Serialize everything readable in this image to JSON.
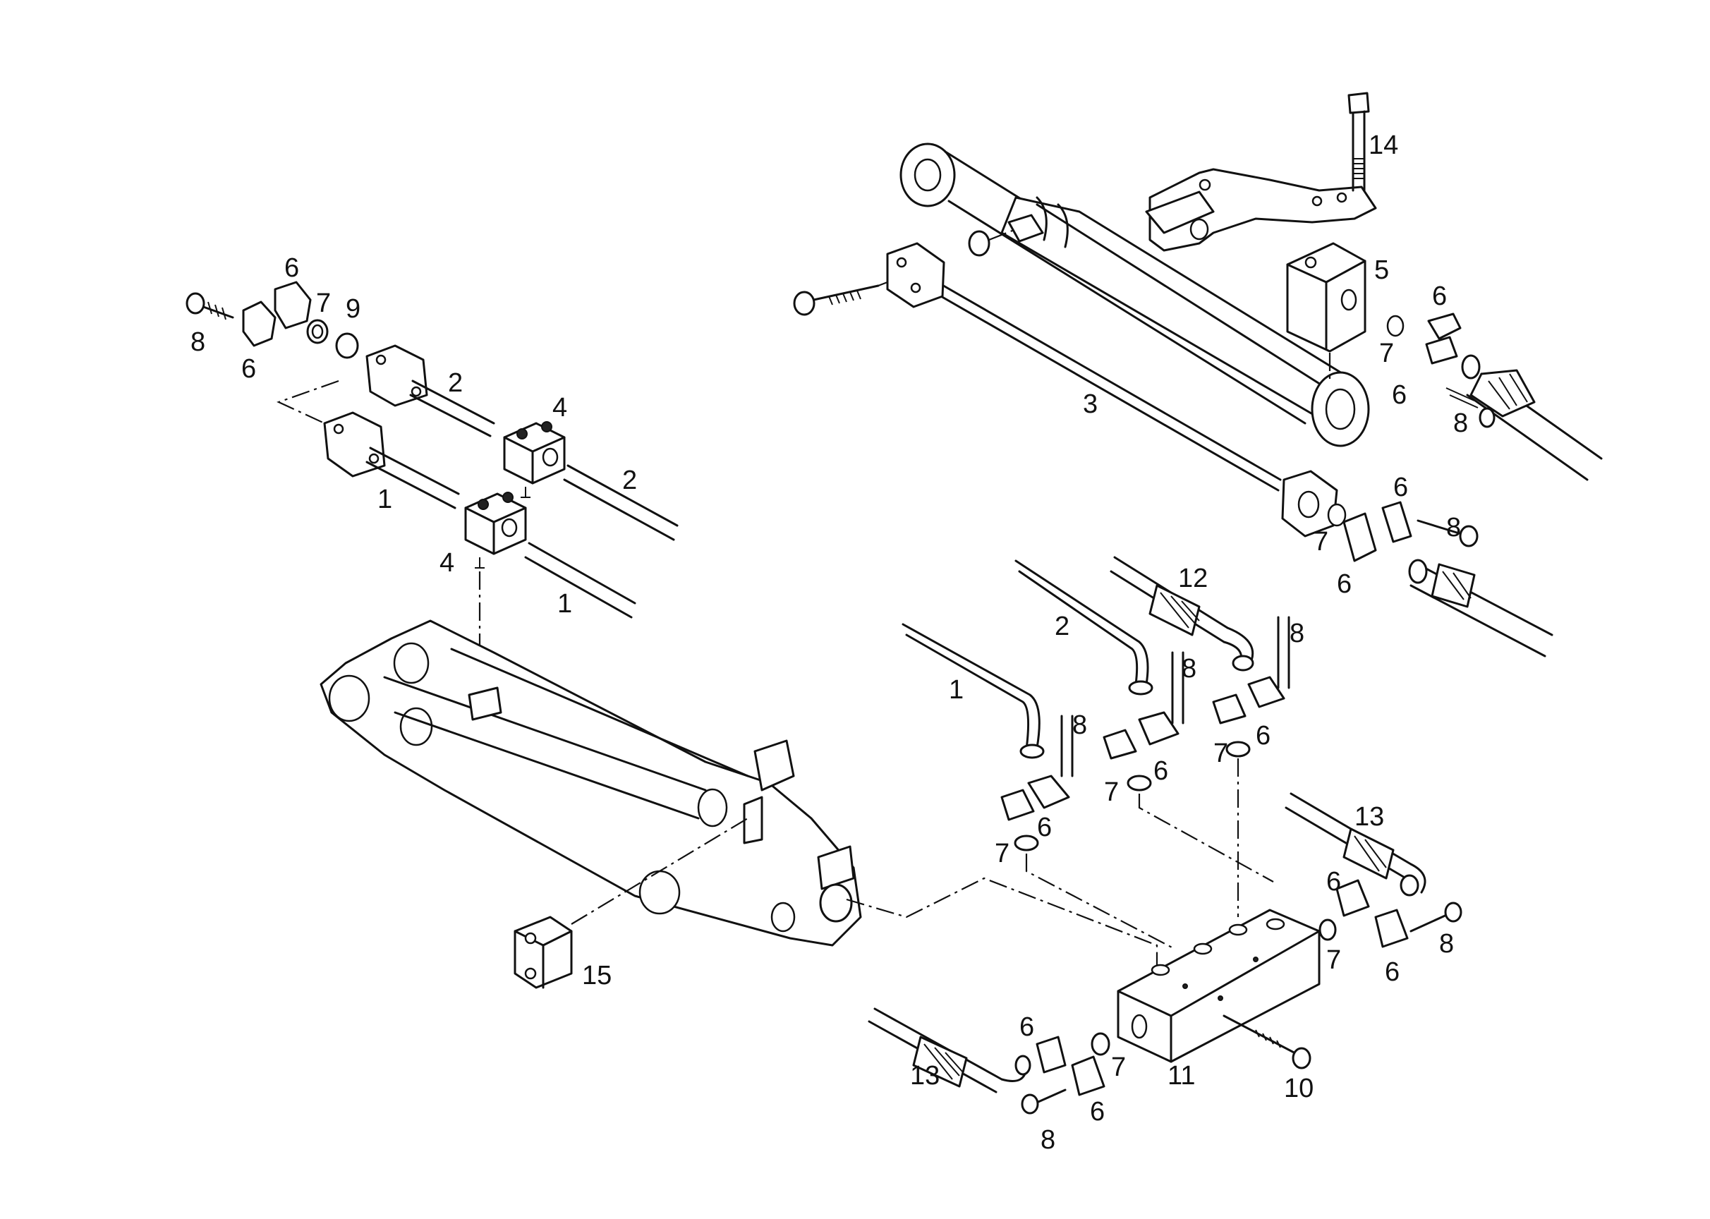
{
  "callouts": [
    {
      "id": "c14",
      "text": "14"
    },
    {
      "id": "c5",
      "text": "5"
    },
    {
      "id": "c6a",
      "text": "6"
    },
    {
      "id": "c7a",
      "text": "7"
    },
    {
      "id": "c6b",
      "text": "6"
    },
    {
      "id": "c8a",
      "text": "8"
    },
    {
      "id": "c3",
      "text": "3"
    },
    {
      "id": "c6c",
      "text": "6"
    },
    {
      "id": "c8b",
      "text": "8"
    },
    {
      "id": "c7b",
      "text": "7"
    },
    {
      "id": "c6d",
      "text": "6"
    },
    {
      "id": "c6e",
      "text": "6"
    },
    {
      "id": "c7c",
      "text": "7"
    },
    {
      "id": "c9",
      "text": "9"
    },
    {
      "id": "c8c",
      "text": "8"
    },
    {
      "id": "c6f",
      "text": "6"
    },
    {
      "id": "c2a",
      "text": "2"
    },
    {
      "id": "c4a",
      "text": "4"
    },
    {
      "id": "c2b",
      "text": "2"
    },
    {
      "id": "c1a",
      "text": "1"
    },
    {
      "id": "c4b",
      "text": "4"
    },
    {
      "id": "c1b",
      "text": "1"
    },
    {
      "id": "c12",
      "text": "12"
    },
    {
      "id": "c2c",
      "text": "2"
    },
    {
      "id": "c8d",
      "text": "8"
    },
    {
      "id": "c8e",
      "text": "8"
    },
    {
      "id": "c1c",
      "text": "1"
    },
    {
      "id": "c8f",
      "text": "8"
    },
    {
      "id": "c7d",
      "text": "7"
    },
    {
      "id": "c6g",
      "text": "6"
    },
    {
      "id": "c6h",
      "text": "6"
    },
    {
      "id": "c7e",
      "text": "7"
    },
    {
      "id": "c6i",
      "text": "6"
    },
    {
      "id": "c7f",
      "text": "7"
    },
    {
      "id": "c13a",
      "text": "13"
    },
    {
      "id": "c6j",
      "text": "6"
    },
    {
      "id": "c7g",
      "text": "7"
    },
    {
      "id": "c8g",
      "text": "8"
    },
    {
      "id": "c6k",
      "text": "6"
    },
    {
      "id": "c15",
      "text": "15"
    },
    {
      "id": "c6l",
      "text": "6"
    },
    {
      "id": "c7h",
      "text": "7"
    },
    {
      "id": "c13b",
      "text": "13"
    },
    {
      "id": "c11",
      "text": "11"
    },
    {
      "id": "c10",
      "text": "10"
    },
    {
      "id": "c6m",
      "text": "6"
    },
    {
      "id": "c8h",
      "text": "8"
    }
  ]
}
